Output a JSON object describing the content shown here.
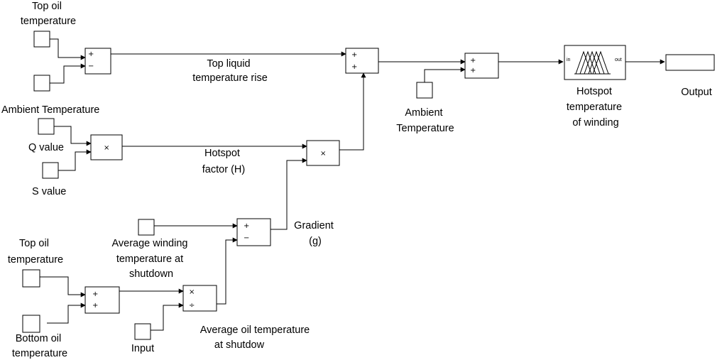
{
  "labels": {
    "top_oil_1": [
      "Top oil",
      "temperature"
    ],
    "ambient_1": "Ambient Temperature",
    "q_value": "Q value",
    "s_value": "S value",
    "top_liquid_rise": [
      "Top liquid",
      "temperature rise"
    ],
    "hotspot_factor": [
      "Hotspot",
      "factor (H)"
    ],
    "ambient_2": [
      "Ambient",
      "Temperature"
    ],
    "hotspot_winding": [
      "Hotspot",
      "temperature",
      "of winding"
    ],
    "output": "Output",
    "gradient": [
      "Gradient",
      "(g)"
    ],
    "avg_winding": [
      "Average winding",
      "temperature at",
      "shutdown"
    ],
    "top_oil_2": [
      "Top oil",
      "temperature"
    ],
    "bottom_oil": [
      "Bottom oil",
      "temperature"
    ],
    "input": "Input",
    "avg_oil": [
      "Average oil temperature",
      "at shutdow"
    ]
  },
  "signs": {
    "sum1": [
      "+",
      "−"
    ],
    "sum2": [
      "+",
      "+"
    ],
    "sum3": [
      "+",
      "+"
    ],
    "prod1": "×",
    "prod2": "×",
    "sum4": [
      "+",
      "−"
    ],
    "sum5": [
      "+",
      "+"
    ],
    "div": [
      "×",
      "÷"
    ]
  },
  "fuzzy_ports": {
    "in": "in",
    "out": "out"
  }
}
